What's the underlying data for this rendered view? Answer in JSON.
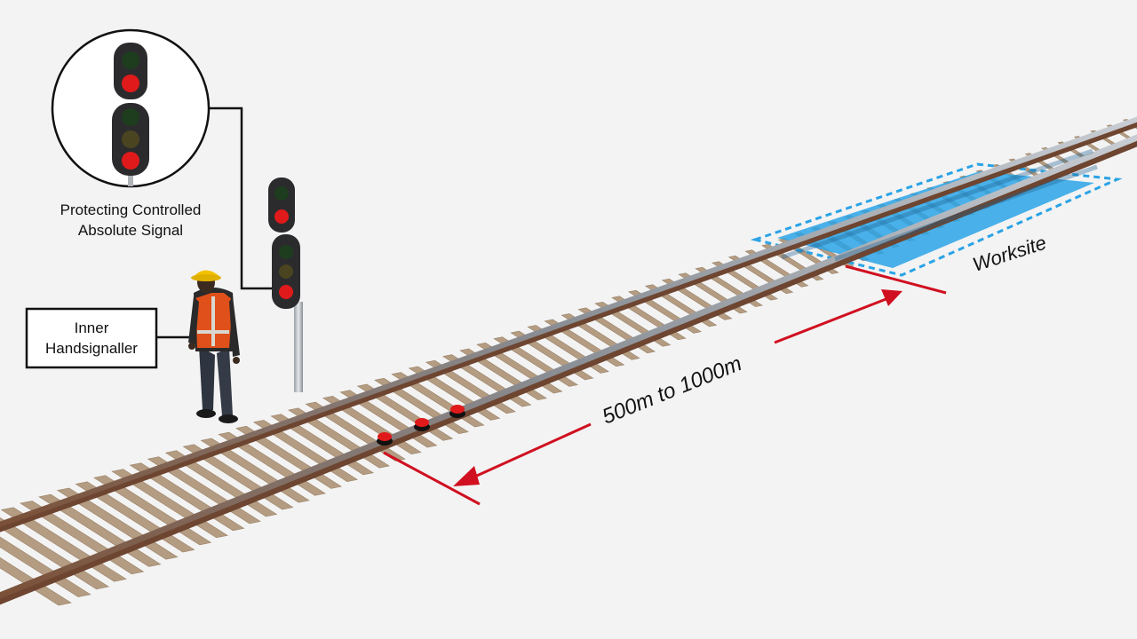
{
  "labels": {
    "signal_line1": "Protecting Controlled",
    "signal_line2": "Absolute Signal",
    "handsignaller_line1": "Inner",
    "handsignaller_line2": "Handsignaller",
    "distance": "500m to 1000m",
    "worksite": "Worksite"
  },
  "colors": {
    "background": "#f3f3f3",
    "sleeper": "#b49c82",
    "rail": "#8a8f96",
    "rail_rust": "#8a5a3c",
    "worksite_fill": "#2aa3e6",
    "worksite_border": "#2aa3e6",
    "arrow": "#d01020",
    "signal_red": "#e01a1a",
    "signal_green": "#1e3d1e",
    "signal_yellow": "#4a4420",
    "vest": "#e0501a",
    "helmet": "#f2c200"
  },
  "icons": [
    "traffic-signal-icon",
    "detonator-icon",
    "handsignaller-figure"
  ]
}
